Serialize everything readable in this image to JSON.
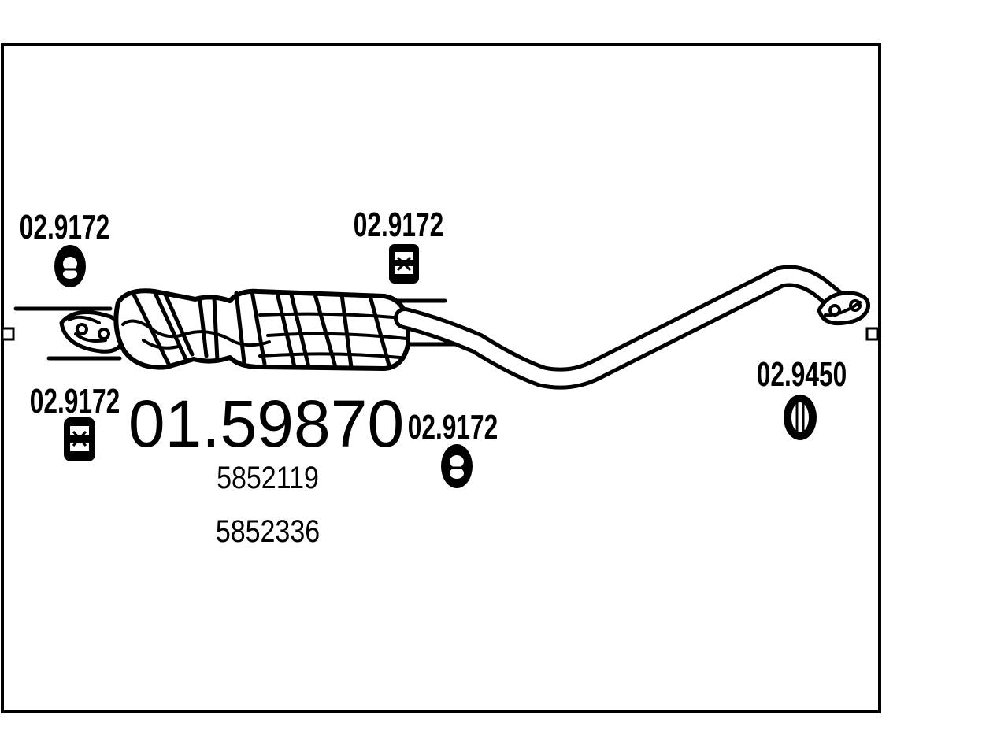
{
  "part_number": "01.59870",
  "oe_numbers": [
    "5852119",
    "5852336"
  ],
  "callouts": [
    {
      "id": "hanger-top-left",
      "code": "02.9172",
      "icon": "rubber-hanger-icon"
    },
    {
      "id": "hanger-top-middle",
      "code": "02.9172",
      "icon": "rubber-hanger-icon"
    },
    {
      "id": "hanger-bottom-left",
      "code": "02.9172",
      "icon": "rubber-hanger-icon"
    },
    {
      "id": "hanger-bottom-middle",
      "code": "02.9172",
      "icon": "rubber-hanger-icon"
    },
    {
      "id": "ring-right",
      "code": "02.9450",
      "icon": "rubber-ring-icon"
    }
  ],
  "colors": {
    "line": "#000000",
    "background": "#ffffff"
  }
}
